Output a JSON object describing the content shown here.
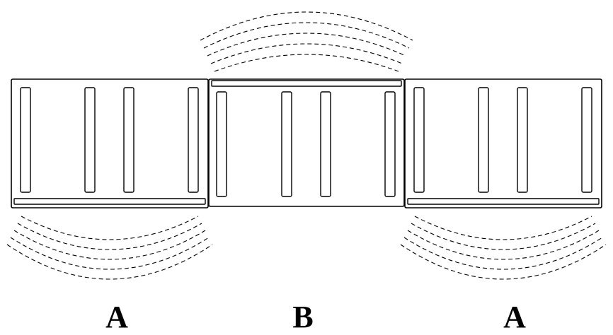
{
  "labels": {
    "left": "A",
    "center": "B",
    "right": "A"
  },
  "colors": {
    "line": "#000000",
    "background": "#ffffff"
  }
}
